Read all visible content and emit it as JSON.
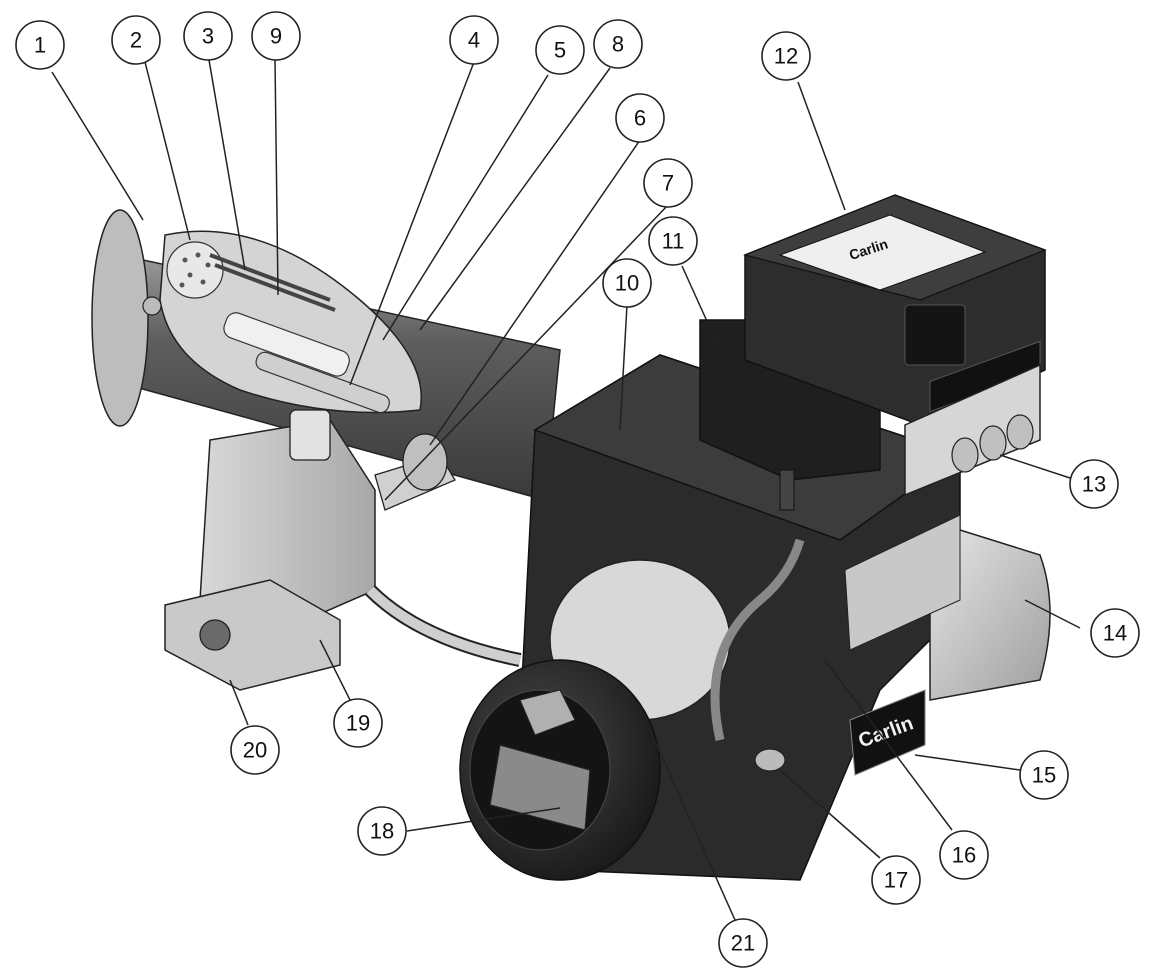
{
  "callouts": [
    {
      "id": "1",
      "label": "1"
    },
    {
      "id": "2",
      "label": "2"
    },
    {
      "id": "3",
      "label": "3"
    },
    {
      "id": "9",
      "label": "9"
    },
    {
      "id": "4",
      "label": "4"
    },
    {
      "id": "5",
      "label": "5"
    },
    {
      "id": "8",
      "label": "8"
    },
    {
      "id": "6",
      "label": "6"
    },
    {
      "id": "7",
      "label": "7"
    },
    {
      "id": "12",
      "label": "12"
    },
    {
      "id": "11",
      "label": "11"
    },
    {
      "id": "10",
      "label": "10"
    },
    {
      "id": "13",
      "label": "13"
    },
    {
      "id": "14",
      "label": "14"
    },
    {
      "id": "15",
      "label": "15"
    },
    {
      "id": "16",
      "label": "16"
    },
    {
      "id": "17",
      "label": "17"
    },
    {
      "id": "18",
      "label": "18"
    },
    {
      "id": "19",
      "label": "19"
    },
    {
      "id": "20",
      "label": "20"
    },
    {
      "id": "21",
      "label": "21"
    }
  ],
  "branding": {
    "control_logo": "Carlin",
    "body_logo": "Carlin"
  },
  "colors": {
    "line": "#222222",
    "dark_body": "#2b2b2b",
    "mid_grey": "#8a8a8a",
    "light_grey": "#cfcfcf"
  }
}
